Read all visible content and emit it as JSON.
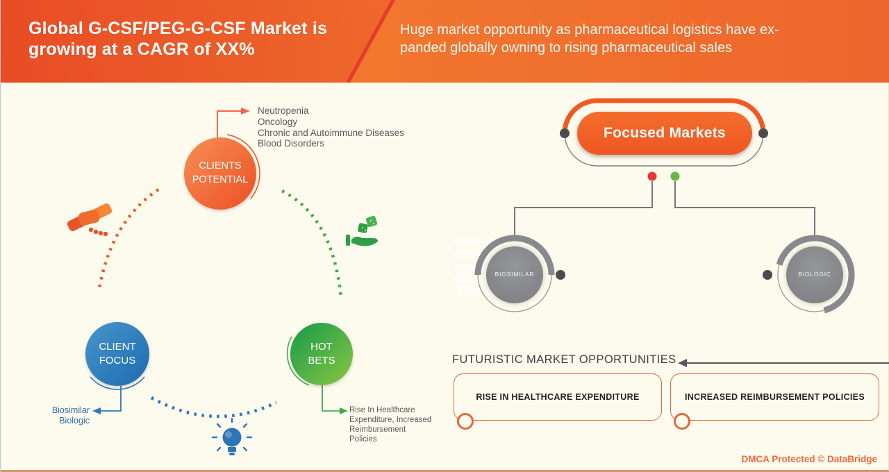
{
  "header": {
    "title_line1": "Global G-CSF/PEG-G-CSF Market is",
    "title_line2": "growing at a CAGR of XX%",
    "subtitle_line1": "Huge market opportunity as pharmaceutical logistics have ex-",
    "subtitle_line2": "panded globally owning to rising pharmaceutical sales"
  },
  "left_diagram": {
    "clients_potential": {
      "label": "CLIENTS\nPOTENTIAL",
      "items": [
        "Neutropenia",
        "Oncology",
        "Chronic and Autoimmune Diseases",
        "Blood Disorders"
      ]
    },
    "client_focus": {
      "label": "CLIENT\nFOCUS",
      "note_line1": "Biosimilar",
      "note_line2": "Biologic"
    },
    "hot_bets": {
      "label": "HOT\nBETS",
      "note_lines": [
        "Rise In Healthcare",
        "Expenditure, Increased",
        "Reimbursement",
        "Policies"
      ]
    },
    "icons": {
      "clients_potential_side": "handshake-icon",
      "hot_bets_side": "hand-dice-icon",
      "client_focus_bottom": "light-bulb-icon"
    }
  },
  "right_diagram": {
    "focused_markets_label": "Focused Markets",
    "biosimilar_label": "BIOSIMILAR",
    "biologic_label": "BIOLOGIC"
  },
  "opportunities": {
    "heading": "FUTURISTIC MARKET OPPORTUNITIES",
    "boxes": [
      "RISE IN HEALTHCARE EXPENDITURE",
      "INCREASED REIMBURSEMENT POLICIES"
    ]
  },
  "footer": {
    "dmca": "DMCA Protected © DataBridge"
  },
  "colors": {
    "accent_orange": "#f05a22",
    "orange_red": "#e8542a",
    "blue": "#2e75b5",
    "green": "#3faa4c",
    "gray_circle": "#808184",
    "dot_red": "#e23b30",
    "dot_green": "#6ab544",
    "background_cream": "#fdfaee"
  }
}
